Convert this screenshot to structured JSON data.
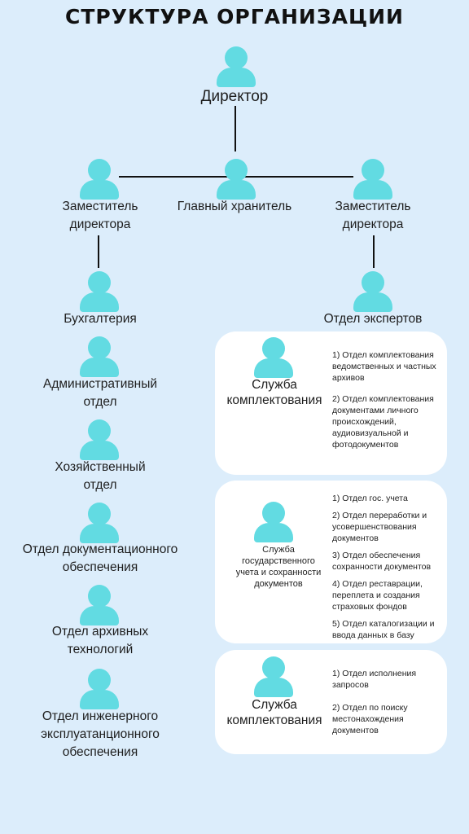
{
  "title": "СТРУКТУРА ОРГАНИЗАЦИИ",
  "colors": {
    "accent": "#62dbe2",
    "background": "#dcedfb",
    "card": "#ffffff",
    "line": "#111111"
  },
  "icon": "person-icon",
  "top": {
    "director": "Директор",
    "deputy_left": "Заместитель\nдиректора",
    "chief_curator": "Главный хранитель",
    "deputy_right": "Заместитель\nдиректора"
  },
  "left_column": [
    "Бухгалтерия",
    "Административный\nотдел",
    "Хозяйственный\nотдел",
    "Отдел документационного\nобеспечения",
    "Отдел архивных\nтехнологий",
    "Отдел инженерного\nэксплуатанционного\nобеспечения"
  ],
  "right_top": "Отдел экспертов",
  "services": [
    {
      "title": "Служба\nкомплектования",
      "departments": [
        "1) Отдел комплектования ведомственных и частных архивов",
        "2) Отдел комплектования документами личного происхождений, аудиовизуальной и фотодокументов"
      ]
    },
    {
      "title": "Служба\nгосударственного\nучета и сохранности\nдокументов",
      "departments": [
        "1) Отдел гос. учета",
        "2) Отдел переработки и усовершенствования документов",
        "3) Отдел обеспечения сохранности документов",
        "4) Отдел реставрации, переплета и создания страховых фондов",
        "5) Отдел каталогизации и ввода данных в базу"
      ]
    },
    {
      "title": "Служба\nкомплектования",
      "departments": [
        "1) Отдел исполнения запросов",
        "2) Отдел по поиску местонахождения документов"
      ]
    }
  ]
}
